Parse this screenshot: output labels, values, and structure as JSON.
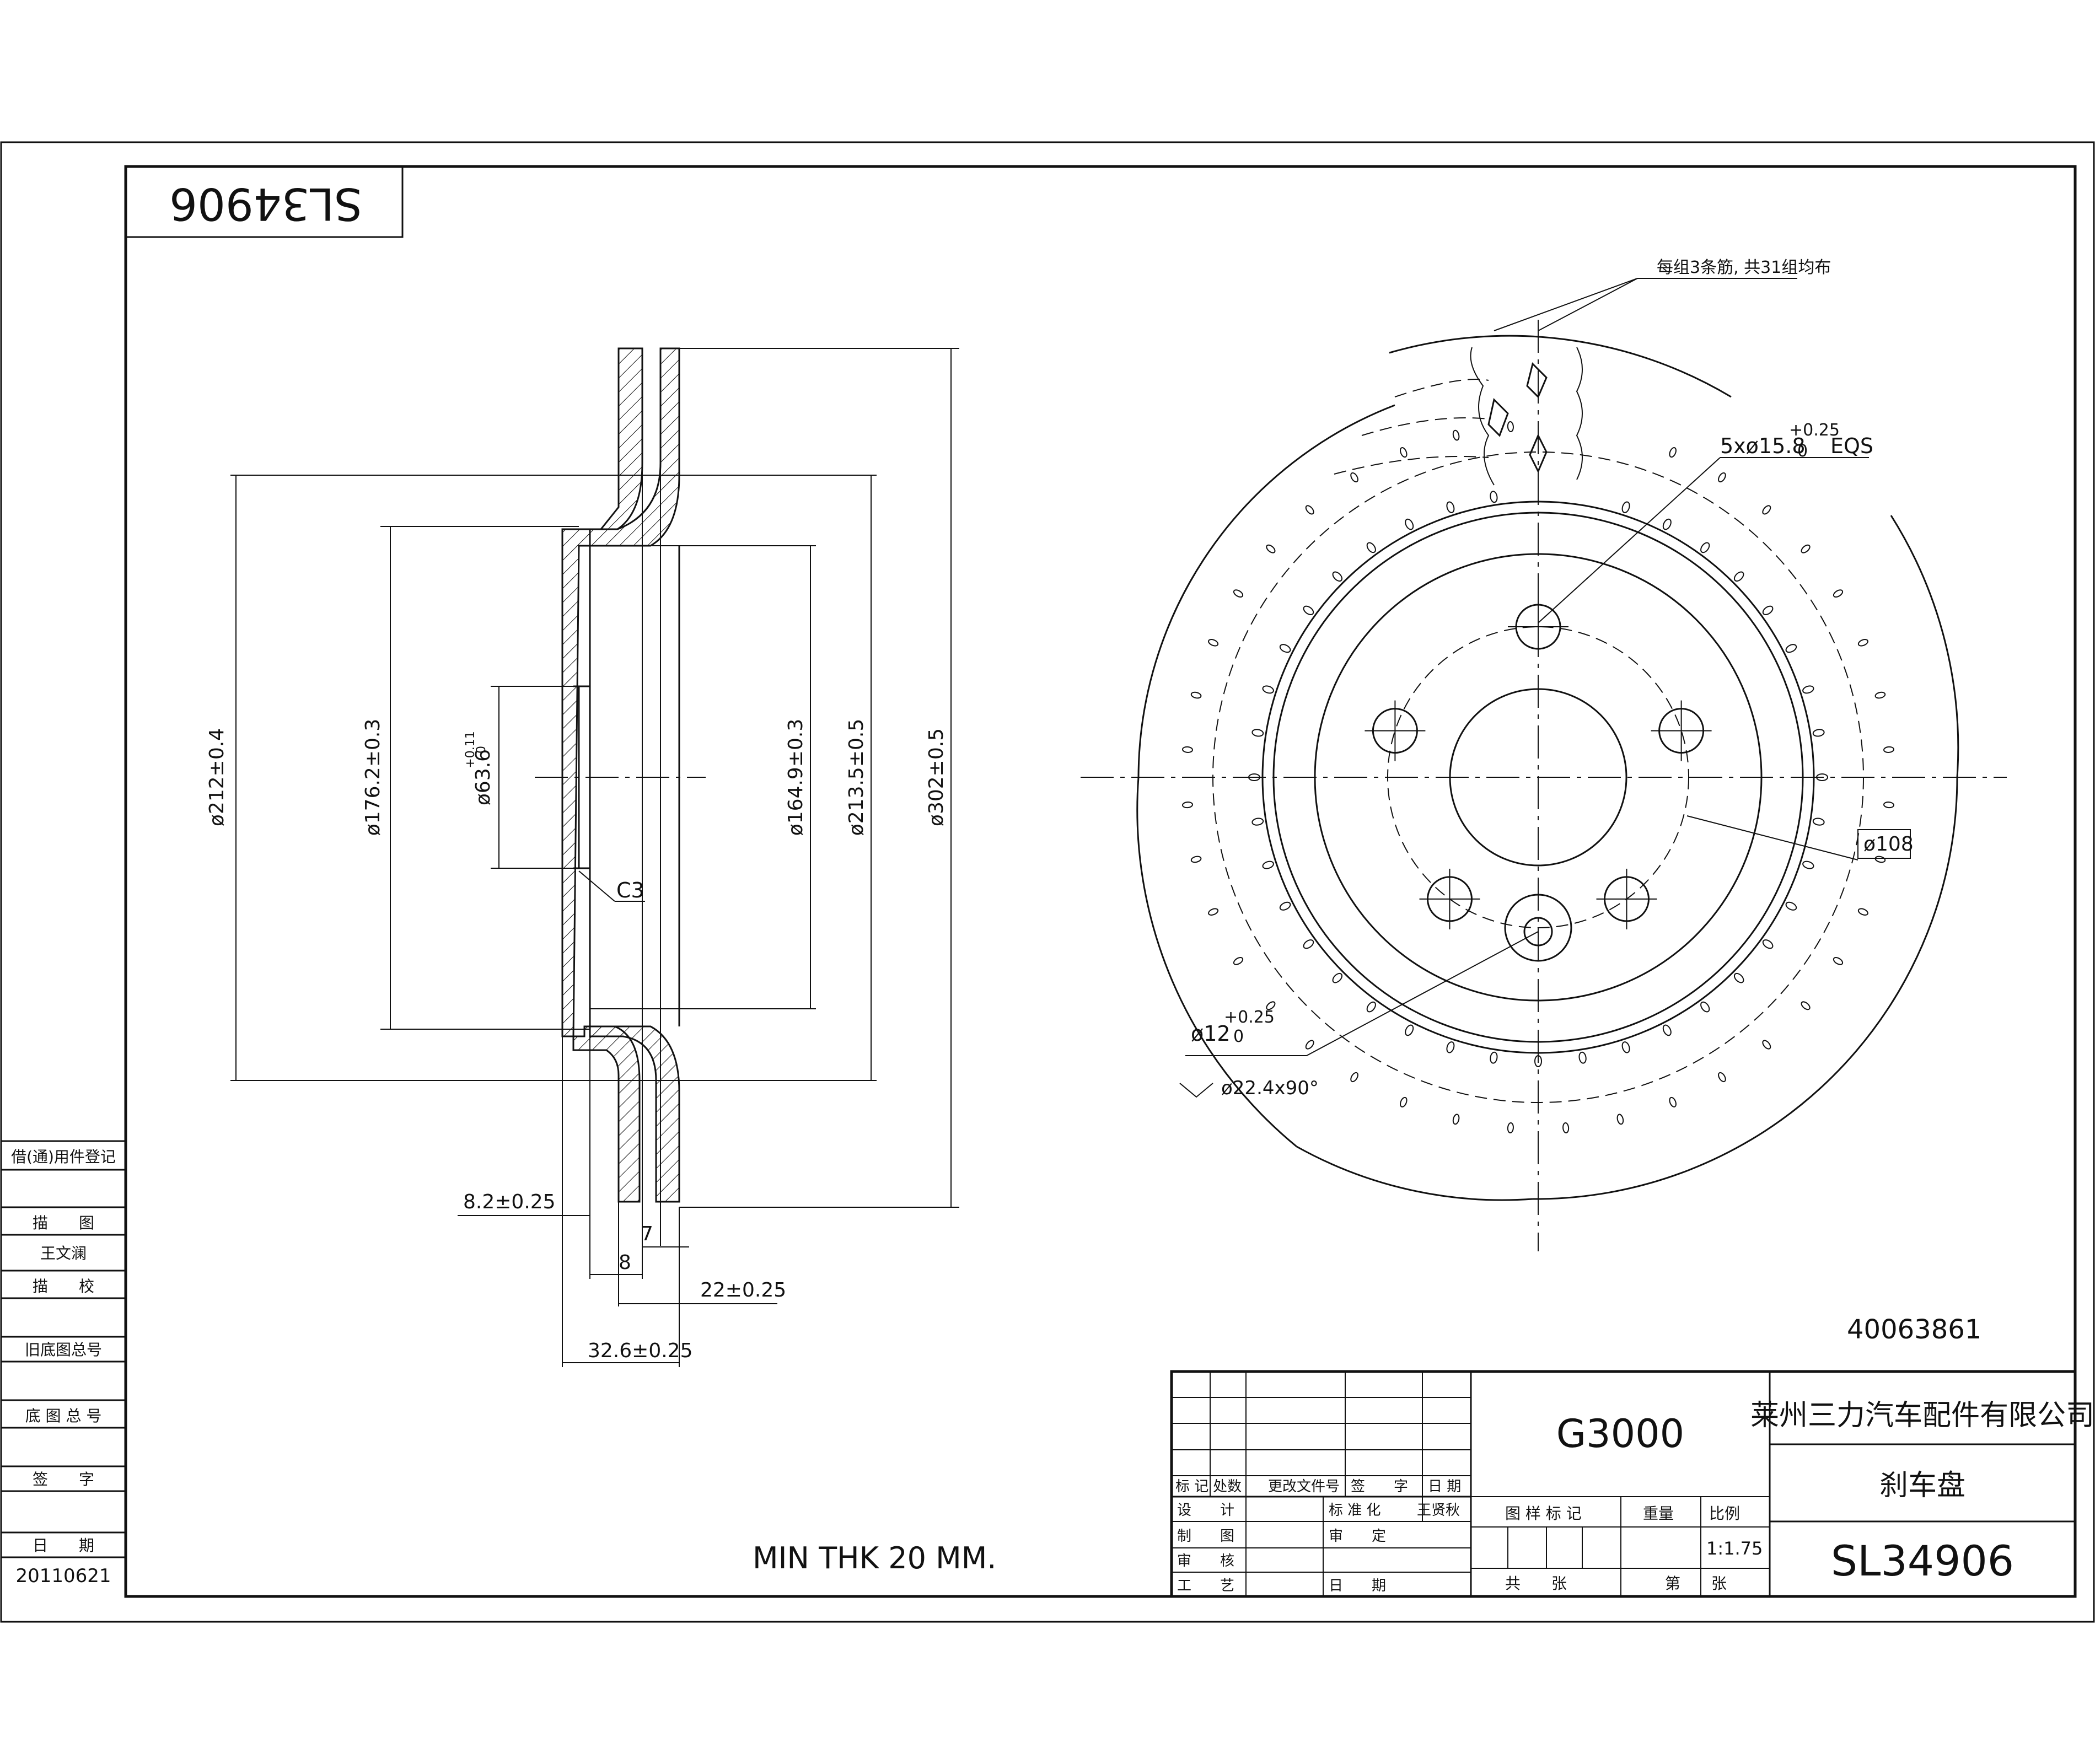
{
  "part_number_mirrored": "SL34906",
  "drawing_number": "40063861",
  "min_thickness_note": "MIN THK 20 MM.",
  "rib_note": "每组3条筋, 共31组均布",
  "front_view": {
    "bolt_holes": "5xø15.8",
    "bolt_tol": "+0.25",
    "bolt_tol_low": "0",
    "bolt_eqs": "EQS",
    "pcd": "ø108",
    "small_hole": "ø12",
    "small_hole_tol": "+0.25",
    "small_hole_tol_low": "0",
    "countersink": "ø22.4x90°"
  },
  "section_view": {
    "d_212": "ø212±0.4",
    "d_176": "ø176.2±0.3",
    "d_63": "ø63.6",
    "d_63_tol": "+0.11",
    "d_63_tol_low": "0",
    "d_164": "ø164.9±0.3",
    "d_213": "ø213.5±0.5",
    "d_302": "ø302±0.5",
    "chamfer": "C3",
    "dim_8_2": "8.2±0.25",
    "dim_7": "7",
    "dim_8": "8",
    "dim_22": "22±0.25",
    "dim_32_6": "32.6±0.25"
  },
  "left_strip": {
    "title": "借(通)用件登记",
    "draw": "描　　图",
    "drawer_name": "王文澜",
    "check": "描　　校",
    "old_no": "旧底图总号",
    "base_no": "底 图 总 号",
    "sign": "签　　字",
    "date_label": "日　　期",
    "date_value": "20110621"
  },
  "title_block": {
    "material": "G3000",
    "company": "莱州三力汽车配件有限公司",
    "part_name": "刹车盘",
    "part_number": "SL34906",
    "rev_headers": [
      "标 记",
      "处数",
      "更改文件号",
      "签　　字",
      "日 期"
    ],
    "design": "设　　计",
    "make_drawing": "制　　图",
    "review": "审　　核",
    "process": "工　　艺",
    "standard": "标 准 化",
    "approve": "审　　定",
    "date": "日　　期",
    "standard_signer": "王贤秋",
    "pattern_mark": "图 样 标 记",
    "weight": "重量",
    "scale_label": "比例",
    "scale_value": "1:1.75",
    "total_sheets": "共　　张",
    "sheet_no": "第　　张"
  }
}
